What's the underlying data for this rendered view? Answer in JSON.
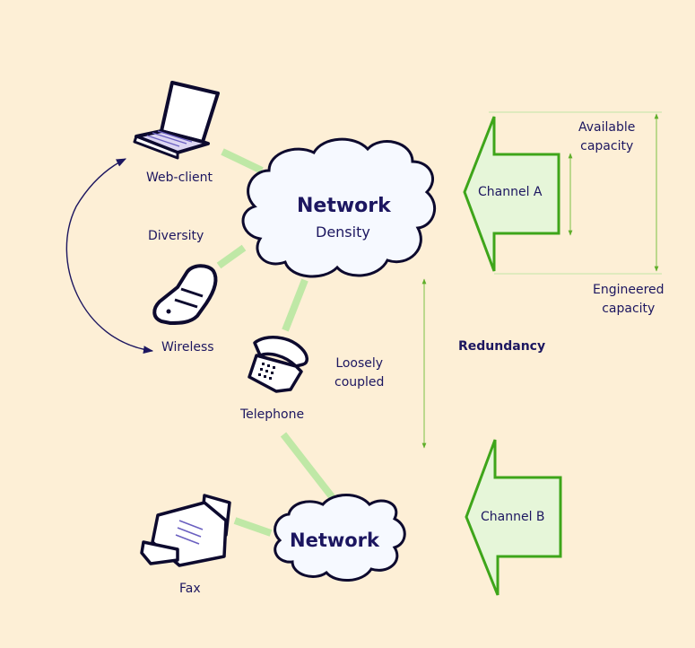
{
  "colors": {
    "background": "#fdefd6",
    "text": "#1c1660",
    "green_outline": "#3ea51a",
    "green_fill": "#e6f6d9",
    "connector": "#bfe8a6",
    "cloud_fill": "#f6f9ff",
    "measure_line": "#7cc044"
  },
  "nodes": {
    "web_client": {
      "label": "Web-client",
      "icon": "laptop-icon"
    },
    "wireless": {
      "label": "Wireless",
      "icon": "mobile-phone-icon"
    },
    "telephone": {
      "label": "Telephone",
      "icon": "telephone-icon"
    },
    "fax": {
      "label": "Fax",
      "icon": "fax-icon"
    }
  },
  "clouds": {
    "main": {
      "title": "Network",
      "subtitle": "Density"
    },
    "secondary": {
      "title": "Network"
    }
  },
  "annotations": {
    "diversity": "Diversity",
    "loosely_coupled_line1": "Loosely",
    "loosely_coupled_line2": "coupled",
    "redundancy": "Redundancy",
    "available_capacity_line1": "Available",
    "available_capacity_line2": "capacity",
    "engineered_capacity_line1": "Engineered",
    "engineered_capacity_line2": "capacity"
  },
  "channels": {
    "a": {
      "label": "Channel A"
    },
    "b": {
      "label": "Channel B"
    }
  }
}
